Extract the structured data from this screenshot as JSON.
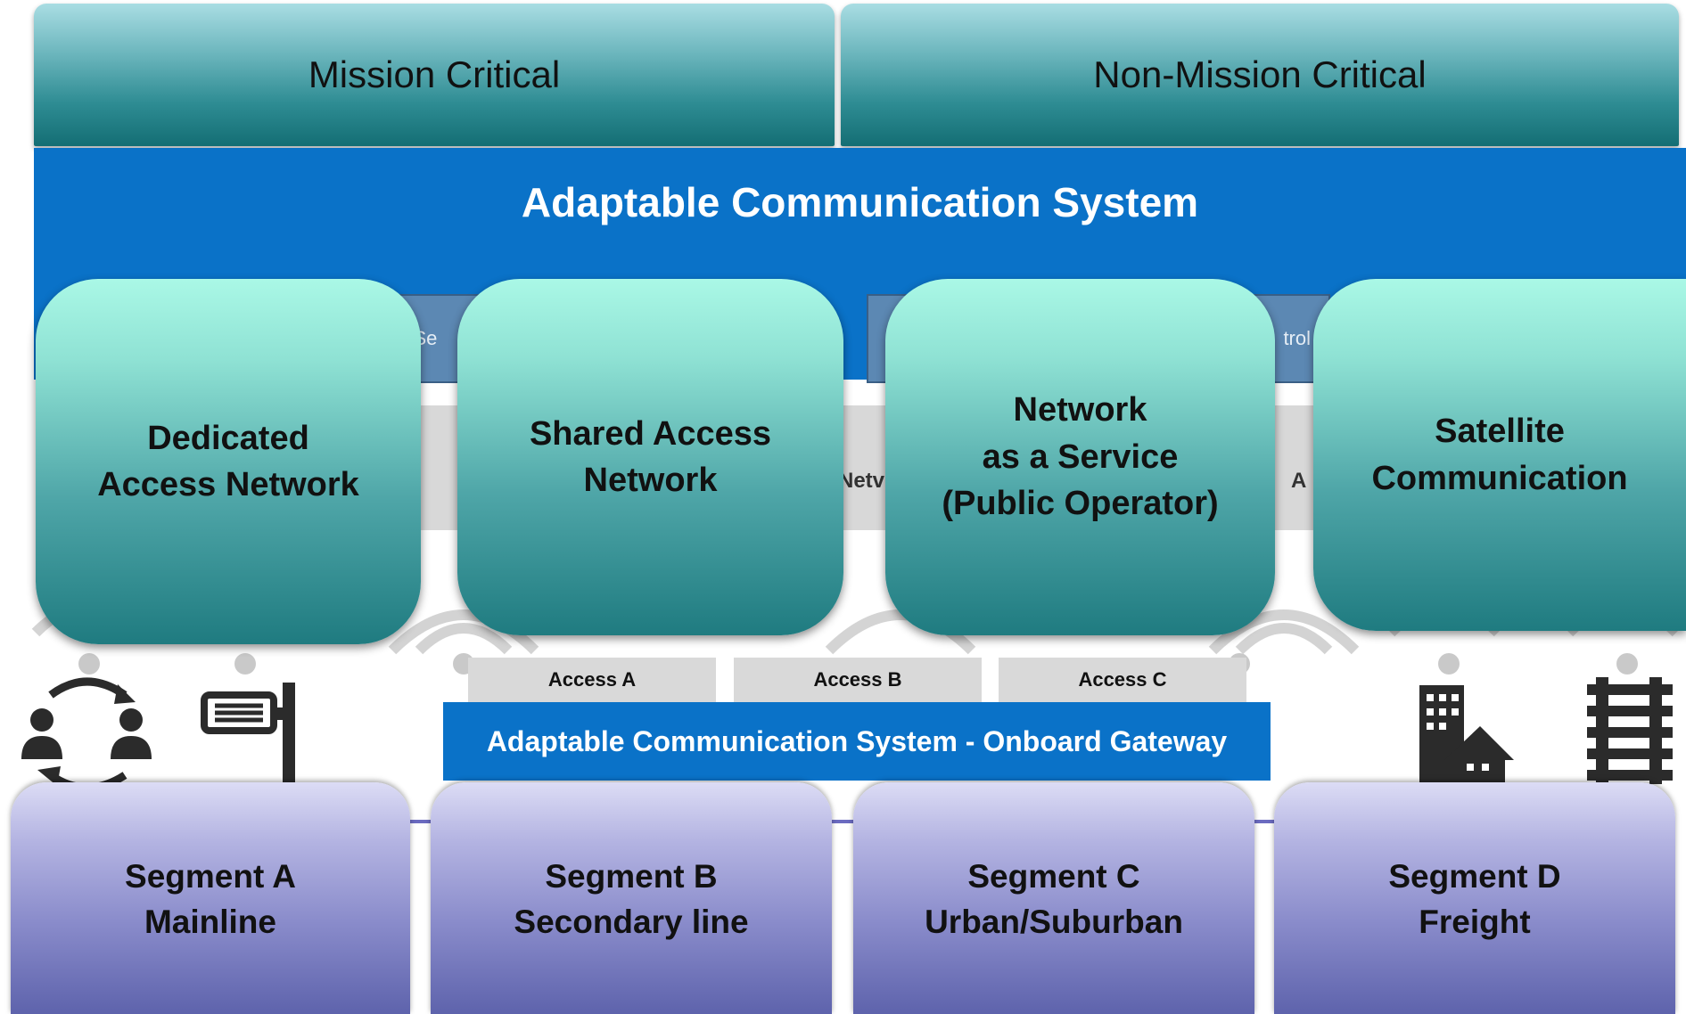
{
  "header": {
    "mission_critical": "Mission Critical",
    "non_mission_critical": "Non-Mission Critical"
  },
  "system": {
    "title": "Adaptable Communication System",
    "hidden_fragments": [
      "r Se",
      "trol",
      "Netv",
      "A"
    ]
  },
  "access_networks": [
    "Dedicated\nAccess Network",
    "Shared Access\nNetwork",
    "Network\nas a Service\n(Public Operator)",
    "Satellite\nCommunication"
  ],
  "access_tabs": [
    "Access A",
    "Access B",
    "Access C"
  ],
  "gateway": {
    "label": "Adaptable Communication System - Onboard Gateway"
  },
  "segments": [
    "Segment A\nMainline",
    "Segment B\nSecondary line",
    "Segment C\nUrban/Suburban",
    "Segment D\nFreight"
  ],
  "icons": [
    "people-exchange-icon",
    "signal-sign-icon",
    "city-building-icon",
    "railway-track-icon",
    "wireless-signal-icon"
  ],
  "colors": {
    "teal_header": "#2e8c93",
    "blue_band": "#0a72c8",
    "network_box": "#8fe2d4",
    "segment_box": "#8a8ccb"
  }
}
